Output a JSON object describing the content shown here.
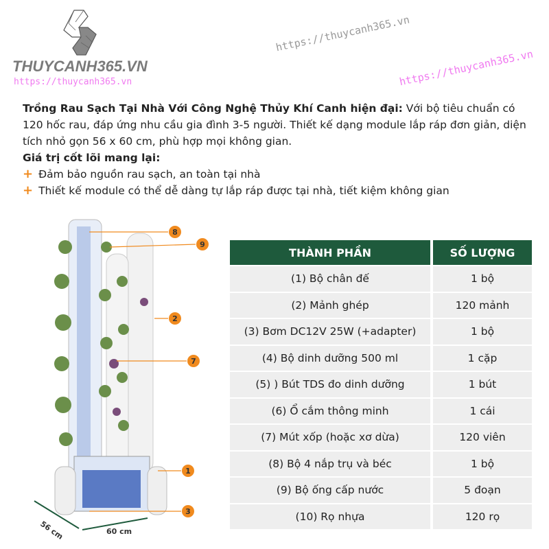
{
  "brand": {
    "name": "THUYCANH365.VN",
    "url": "https://thuycanh365.vn"
  },
  "intro": {
    "title": "Trồng Rau Sạch Tại Nhà Với Công Nghệ Thủy Khí Canh hiện đại:",
    "text": "Với bộ tiêu chuẩn có 120 hốc rau, đáp ứng nhu cầu gia đình 3-5 người. Thiết kế dạng module lắp ráp đơn giản, diện tích nhỏ gọn 56 x 60 cm, phù hợp mọi không gian.",
    "values_title": "Giá trị cốt lõi mang lại:",
    "bullets": [
      "Đảm bảo nguồn rau sạch, an toàn tại nhà",
      "Thiết kế module có thể dễ dàng tự lắp ráp được tại nhà, tiết kiệm không gian"
    ]
  },
  "diagram": {
    "callouts": [
      "8",
      "9",
      "2",
      "7",
      "1",
      "3"
    ],
    "dim_depth": "56 cm",
    "dim_width": "60 cm"
  },
  "table": {
    "headers": [
      "THÀNH PHẦN",
      "SỐ LƯỢNG"
    ],
    "rows": [
      [
        "(1) Bộ chân đế",
        "1 bộ"
      ],
      [
        "(2) Mảnh ghép",
        "120 mảnh"
      ],
      [
        "(3) Bơm DC12V 25W (+adapter)",
        "1 bộ"
      ],
      [
        "(4) Bộ dinh dưỡng 500 ml",
        "1 cặp"
      ],
      [
        "(5) ) Bút TDS đo dinh dưỡng",
        "1 bút"
      ],
      [
        "(6) Ổ cắm thông minh",
        "1 cái"
      ],
      [
        "(7) Mút xốp (hoặc xơ dừa)",
        "120 viên"
      ],
      [
        "(8) Bộ 4 nắp trụ và béc",
        "1 bộ"
      ],
      [
        "(9) Bộ ống cấp nước",
        "5 đoạn"
      ],
      [
        "(10) Rọ nhựa",
        "120 rọ"
      ]
    ]
  },
  "colors": {
    "header": "#1e5a3c",
    "accent": "#f08a1e",
    "watermark": "#f07af0"
  }
}
